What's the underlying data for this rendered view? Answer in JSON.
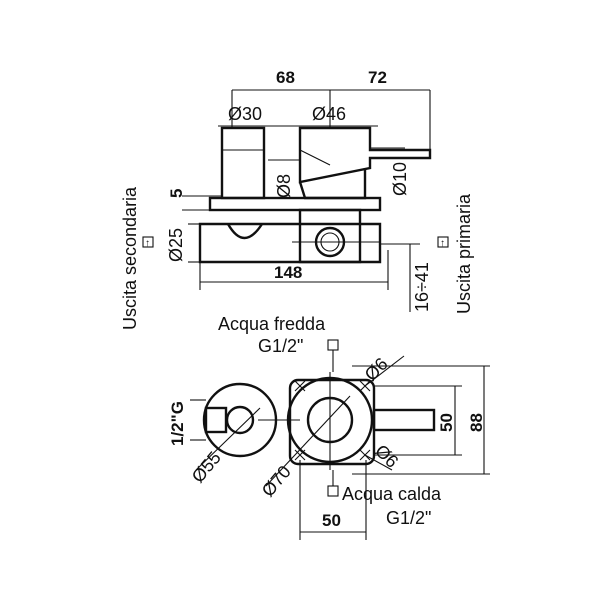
{
  "side_view": {
    "dim_68": "68",
    "dim_72": "72",
    "dim_d30": "Ø30",
    "dim_d46": "Ø46",
    "dim_d8": "Ø8",
    "dim_d10": "Ø10",
    "dim_5": "5",
    "dim_d25": "Ø25",
    "dim_148": "148",
    "dim_16_41": "16÷41",
    "label_secondary": "Uscita secondaria",
    "label_primary": "Uscita primaria"
  },
  "front_view": {
    "cold_water": "Acqua fredda",
    "cold_thread": "G1/2\"",
    "hot_water": "Acqua calda",
    "hot_thread": "G1/2\"",
    "dim_half_g": "1/2\"G",
    "dim_d55": "Ø55",
    "dim_d70": "Ø70",
    "dim_d6_top": "Ø6",
    "dim_d6_bottom": "Ø6",
    "dim_50_v": "50",
    "dim_88": "88",
    "dim_50_h": "50"
  },
  "arrow_icon": "↑"
}
